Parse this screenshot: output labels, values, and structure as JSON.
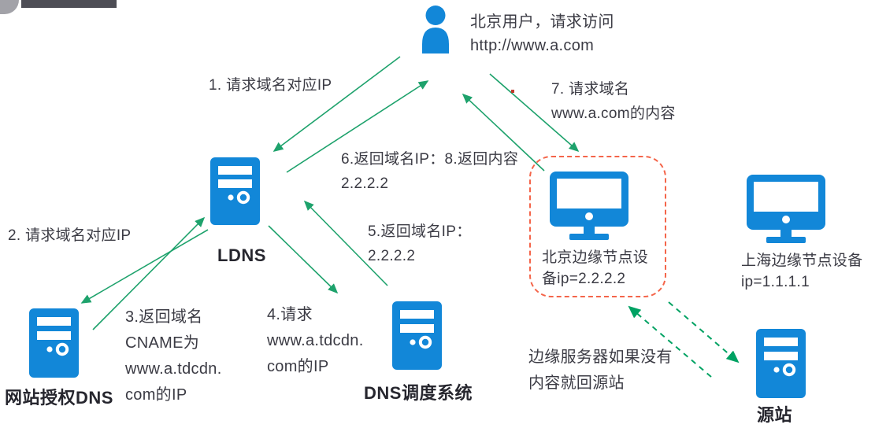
{
  "title": "CDN DNS resolution flow diagram",
  "header": {
    "user_caption": "北京用户，请求访问\nhttp://www.a.com"
  },
  "nodes": {
    "ldns": {
      "label": "LDNS"
    },
    "auth_dns": {
      "label": "网站授权DNS"
    },
    "dns_scheduler": {
      "label": "DNS调度系统"
    },
    "beijing_edge": {
      "label": "北京边缘节点设\n备ip=2.2.2.2",
      "ip": "2.2.2.2"
    },
    "shanghai_edge": {
      "label": "上海边缘节点设备\nip=1.1.1.1",
      "ip": "1.1.1.1"
    },
    "origin": {
      "label": "源站"
    }
  },
  "steps": {
    "s1": "1. 请求域名对应IP",
    "s2": "2. 请求域名对应IP",
    "s3": "3.返回域名\nCNAME为\nwww.a.tdcdn.\ncom的IP",
    "s4": "4.请求\nwww.a.tdcdn.\ncom的IP",
    "s5": "5.返回域名IP：\n2.2.2.2",
    "s6": "6.返回域名IP：8.返回内容\n2.2.2.2",
    "s7": "7. 请求域名\nwww.a.com的内容"
  },
  "note": "边缘服务器如果没有\n内容就回源站",
  "colors": {
    "icon_blue": "#1287d8",
    "arrow_green": "#1ea26c",
    "dashed_arrow_green": "#00a263",
    "highlight_dashed_red": "#f4654a",
    "text": "#3b3b44",
    "bold_label": "#26262e",
    "topbar_dark": "#4d4d55",
    "corner_gray": "#a2a2a8"
  }
}
